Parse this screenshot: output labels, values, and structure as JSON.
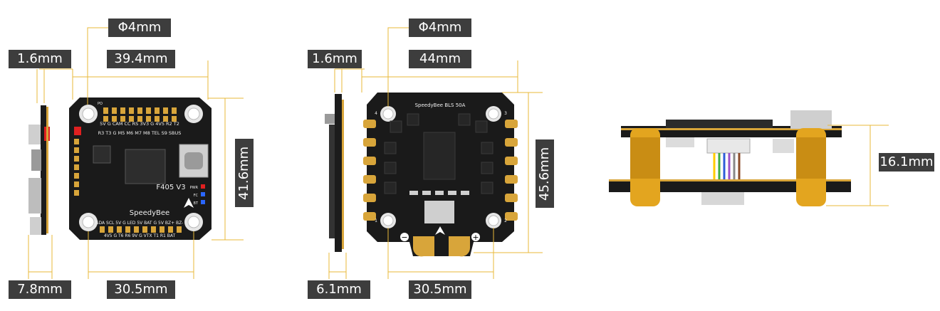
{
  "dimensions": {
    "fc_hole": "Φ4mm",
    "fc_thickness": "1.6mm",
    "fc_width": "39.4mm",
    "fc_height": "41.6mm",
    "fc_side_height": "7.8mm",
    "fc_mount": "30.5mm",
    "esc_hole": "Φ4mm",
    "esc_thickness": "1.6mm",
    "esc_width": "44mm",
    "esc_height": "45.6mm",
    "esc_side_height": "6.1mm",
    "esc_mount": "30.5mm",
    "stack_height": "16.1mm"
  },
  "fc_board": {
    "model": "F405 V3",
    "brand": "SpeedyBee",
    "top_pads": "5V  G  CAM CC RS 3V3  G  4V5 R2 T2",
    "top_pads2": "R3 T3  G  M5 M6  M7 M8 TEL  S9 SBUS",
    "bottom_pads": "SDA SCL 5V  G  LED 5V BAT  G   5V BZ+ BZ-",
    "bottom_pads2": "4V5  G   T6  R6 9V  G  VTX  T1  R1 BAT",
    "leds": [
      "PWR",
      "FC",
      "BT"
    ],
    "corner_labels": [
      "PO",
      "",
      "",
      ""
    ]
  },
  "esc_board": {
    "model": "SpeedyBee BLS 50A",
    "minus": "−",
    "plus": "+",
    "corner_numbers": [
      "4",
      "3",
      "2",
      "1"
    ]
  },
  "colors": {
    "label_bg": "#3d3d3d",
    "dim_line_yellow": "#e8b83a",
    "board_black": "#1a1a1a",
    "gold_pad": "#d8a53a",
    "standoff_gold": "#e3a51f"
  }
}
